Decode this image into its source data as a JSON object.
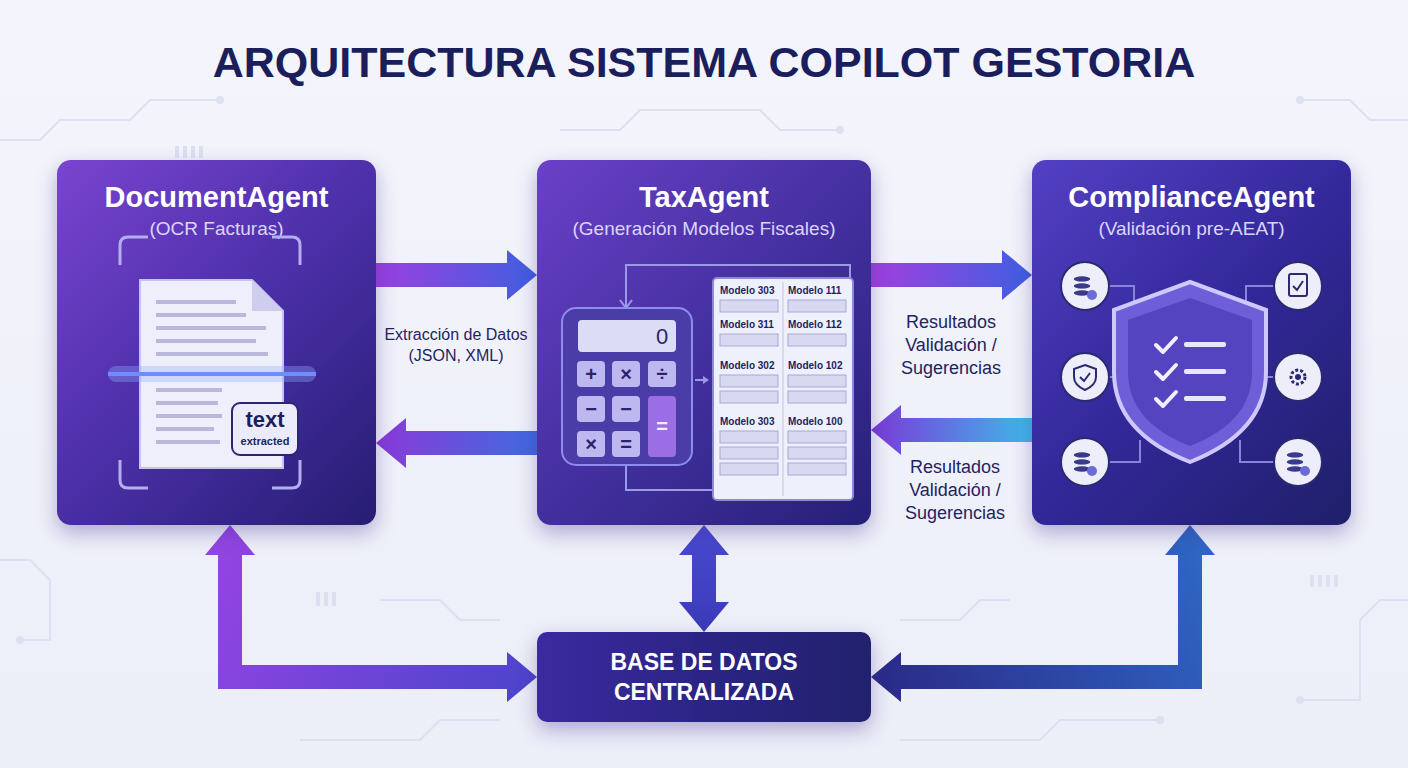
{
  "diagram": {
    "title": "ARQUITECTURA SISTEMA COPILOT GESTORIA",
    "nodes": [
      {
        "text": [
          "DocumentAgent",
          "(OCR Facturas)"
        ]
      },
      {
        "text": [
          "TaxAgent",
          "(Generación Modelos Fiscales)"
        ]
      },
      {
        "text": [
          "ComplianceAgent",
          "(Validación pre-AEAT)"
        ]
      },
      {
        "text": [
          "BASE DE DATOS CENTRALIZADA"
        ]
      }
    ],
    "edges": [
      {
        "from": 0,
        "to": 1,
        "arrow": "to",
        "label": "Extracción de Datos (JSON, XML)"
      },
      {
        "from": 1,
        "to": 0,
        "arrow": "to"
      },
      {
        "from": 1,
        "to": 2,
        "arrow": "to",
        "label": "Resultados Validación / Sugerencias"
      },
      {
        "from": 2,
        "to": 1,
        "arrow": "to",
        "label": "Resultados Validación / Sugerencias"
      },
      {
        "from": 0,
        "to": 3,
        "arrow": "both"
      },
      {
        "from": 1,
        "to": 3,
        "arrow": "both"
      },
      {
        "from": 2,
        "to": 3,
        "arrow": "both"
      }
    ],
    "labels": [
      "text",
      "extracted",
      "0",
      "+",
      "×",
      "÷",
      "−",
      "−",
      "=",
      "×",
      "=",
      "Modelo 303",
      "Modelo 111",
      "Modelo 311",
      "Modelo 112",
      "Modelo 302",
      "Modelo 102",
      "Modelo 303",
      "Modelo 100"
    ]
  }
}
